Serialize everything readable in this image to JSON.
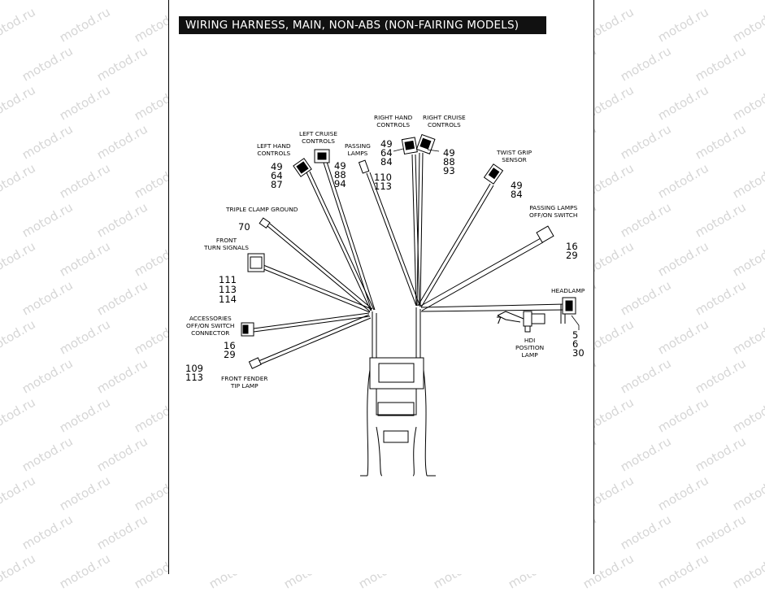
{
  "title": "WIRING HARNESS, MAIN, NON-ABS (NON-FAIRING MODELS)",
  "watermark": "motod.ru",
  "callouts": {
    "left_hand_controls": {
      "label": "LEFT HAND\nCONTROLS",
      "numbers": [
        "49",
        "64",
        "87"
      ]
    },
    "left_cruise_controls": {
      "label": "LEFT CRUISE\nCONTROLS",
      "numbers": [
        "49",
        "88",
        "94"
      ]
    },
    "passing_lamps": {
      "label": "PASSING\nLAMPS",
      "numbers": [
        "110",
        "113"
      ]
    },
    "right_hand_controls": {
      "label": "RIGHT HAND\nCONTROLS",
      "numbers": [
        "49",
        "64",
        "84"
      ]
    },
    "right_cruise_controls": {
      "label": "RIGHT CRUISE\nCONTROLS",
      "numbers": [
        "49",
        "88",
        "93"
      ]
    },
    "twist_grip_sensor": {
      "label": "TWIST GRIP\nSENSOR",
      "numbers": [
        "49",
        "84"
      ]
    },
    "passing_lamps_switch": {
      "label": "PASSING LAMPS\nOFF/ON SWITCH",
      "numbers": [
        "16",
        "29"
      ]
    },
    "triple_clamp_ground": {
      "label": "TRIPLE CLAMP GROUND",
      "numbers": [
        "70"
      ]
    },
    "front_turn_signals": {
      "label": "FRONT\nTURN SIGNALS",
      "numbers": [
        "111",
        "113",
        "114"
      ]
    },
    "accessories_switch": {
      "label": "ACCESSORIES\nOFF/ON SWITCH\nCONNECTOR",
      "numbers": [
        "16",
        "29"
      ]
    },
    "front_fender_tip_lamp": {
      "label": "FRONT FENDER\nTIP LAMP",
      "numbers": [
        "109",
        "113"
      ]
    },
    "headlamp": {
      "label": "HEADLAMP",
      "numbers": [
        "5",
        "6",
        "30"
      ]
    },
    "hdi_position_lamp": {
      "label": "HDI\nPOSITION\nLAMP",
      "numbers": [
        "7"
      ]
    }
  }
}
